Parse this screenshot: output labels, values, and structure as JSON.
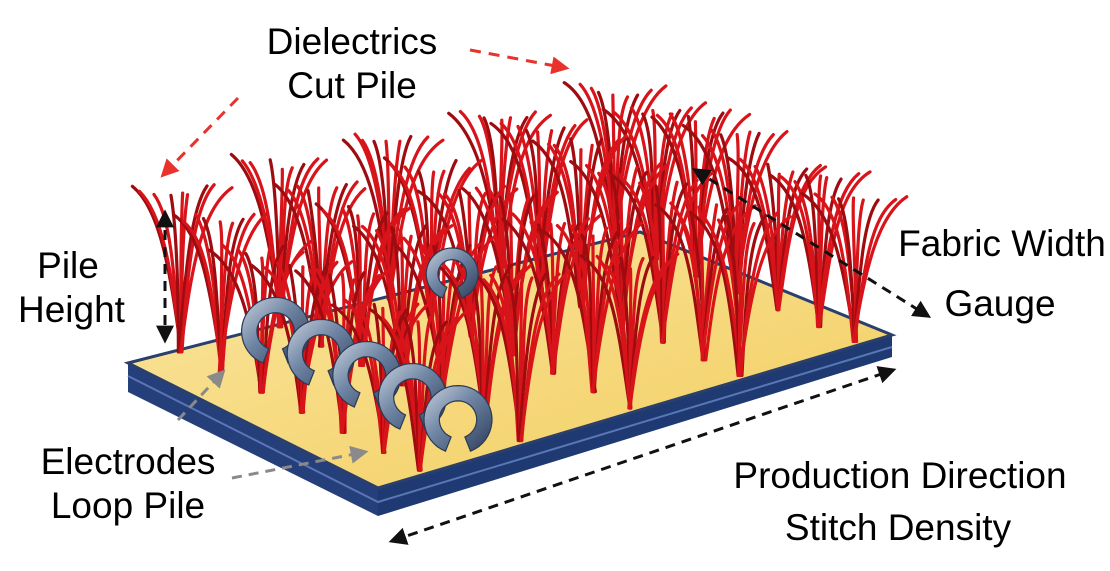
{
  "labels": {
    "dielectrics_title": "Dielectrics",
    "dielectrics_subtitle": "Cut Pile",
    "pile_height_1": "Pile",
    "pile_height_2": "Height",
    "fabric_width": "Fabric Width",
    "gauge": "Gauge",
    "electrodes_1": "Electrodes",
    "electrodes_2": "Loop Pile",
    "production_direction": "Production Direction",
    "stitch_density": "Stitch Density"
  },
  "colors": {
    "cut_pile": "#d8141a",
    "cut_pile_dark": "#9e0c10",
    "loop_pile": "#4a5f7e",
    "loop_pile_light": "#b9c4d4",
    "base_top": "#f7d67a",
    "base_side": "#243f7a",
    "base_edge": "#1a2d5a",
    "red_arrow": "#e8322c",
    "black_arrow": "#111111",
    "grey_arrow": "#8a8a8a"
  }
}
